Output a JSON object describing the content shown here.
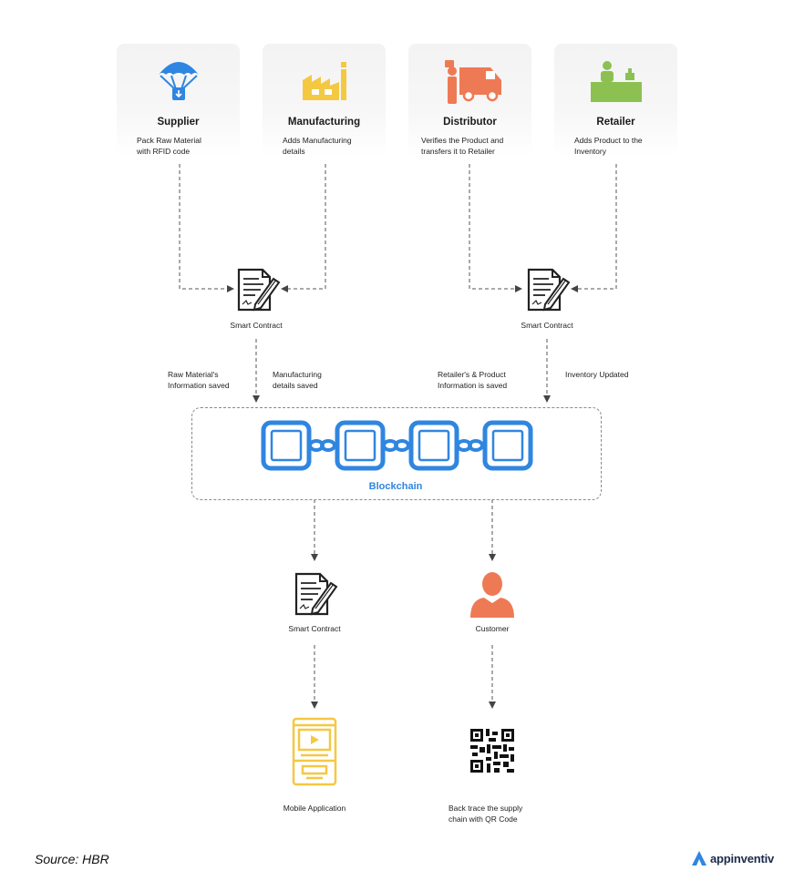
{
  "cards": [
    {
      "title": "Supplier",
      "desc1": "Pack Raw Material",
      "desc2": "with RFID code"
    },
    {
      "title": "Manufacturing",
      "desc1": "Adds Manufacturing",
      "desc2": "details"
    },
    {
      "title": "Distributor",
      "desc1": "Verifies the Product and",
      "desc2": "transfers it to Retailer"
    },
    {
      "title": "Retailer",
      "desc1": "Adds Product to the",
      "desc2": "Inventory"
    }
  ],
  "contracts": {
    "left": "Smart Contract",
    "right": "Smart Contract",
    "bottom": "Smart Contract"
  },
  "flow_labels": {
    "raw1": "Raw Material's",
    "raw2": "Information saved",
    "mfg1": "Manufacturing",
    "mfg2": "details saved",
    "ret1": "Retailer's & Product",
    "ret2": "Information is saved",
    "inv": "Inventory Updated"
  },
  "blockchain": {
    "label": "Blockchain",
    "color": "#2f86e0"
  },
  "customer": {
    "label": "Customer",
    "color": "#ee7a55"
  },
  "mobile": {
    "label": "Mobile Application",
    "color": "#f5c842"
  },
  "qr": {
    "label1": "Back trace the supply",
    "label2": "chain with QR Code"
  },
  "footer": {
    "source": "Source: HBR",
    "brand": "appinventiv"
  },
  "icons": {
    "supplier": "parachute-icon",
    "manufacturing": "factory-icon",
    "distributor": "delivery-truck-icon",
    "retailer": "shop-counter-icon",
    "contract": "signed-document-icon",
    "customer": "user-icon",
    "mobile": "kiosk-screen-icon",
    "qr": "qr-code-icon"
  }
}
